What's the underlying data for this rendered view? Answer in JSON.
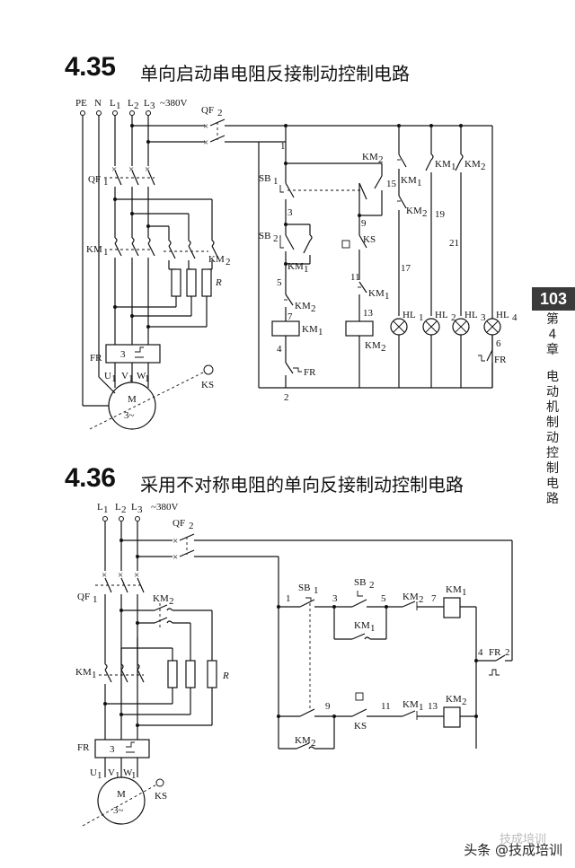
{
  "section_a": {
    "number": "4.35",
    "title": "单向启动串电阻反接制动控制电路"
  },
  "section_b": {
    "number": "4.36",
    "title": "采用不对称电阻的单向反接制动控制电路"
  },
  "side": {
    "page_number": "103",
    "chapter": "第4章",
    "chapter_title": "电动机制动控制电路"
  },
  "watermark": {
    "text": "头条 @技成培训",
    "faint_text": "技成培训"
  },
  "diagram_a": {
    "labels": {
      "pe": "PE",
      "n": "N",
      "l1": "L",
      "l2": "L",
      "l3": "L",
      "sub1": "1",
      "sub2": "2",
      "sub3": "3",
      "voltage": "~380V",
      "qf2": "QF",
      "qf2_sub": "2",
      "qf1": "QF",
      "qf1_sub": "1",
      "km1_main": "KM",
      "km1_sub": "1",
      "km2_main": "KM",
      "km2_sub": "2",
      "r": "R",
      "fr": "FR",
      "fr_num": "3",
      "u1": "U",
      "v1": "V",
      "w1": "W",
      "uvw_sub": "1",
      "motor_m": "M",
      "motor_phase": "3~",
      "ks": "KS"
    },
    "control": {
      "n1": "1",
      "n2": "2",
      "n3": "3",
      "n4": "4",
      "n5": "5",
      "n6": "6",
      "n7": "7",
      "n9": "9",
      "n11": "11",
      "n13": "13",
      "n15": "15",
      "n17": "17",
      "n19": "19",
      "n21": "21",
      "sb1": "SB",
      "sb1_sub": "1",
      "sb2": "SB",
      "sb2_sub": "2",
      "km1": "KM",
      "km1_sub": "1",
      "km2": "KM",
      "km2_sub": "2",
      "ks": "KS",
      "fr": "FR",
      "hl1": "HL",
      "hl1_sub": "1",
      "hl2": "HL",
      "hl2_sub": "2",
      "hl3": "HL",
      "hl3_sub": "3",
      "hl4": "HL",
      "hl4_sub": "4"
    }
  },
  "diagram_b": {
    "labels": {
      "l1": "L",
      "l2": "L",
      "l3": "L",
      "sub1": "1",
      "sub2": "2",
      "sub3": "3",
      "voltage": "~380V",
      "qf2": "QF",
      "qf2_sub": "2",
      "qf1": "QF",
      "qf1_sub": "1",
      "km2_main": "KM",
      "km2_sub": "2",
      "km1_main": "KM",
      "km1_sub": "1",
      "r": "R",
      "fr": "FR",
      "fr_num": "3",
      "u1": "U",
      "v1": "V",
      "w1": "W",
      "uvw_sub": "1",
      "motor_m": "M",
      "motor_phase": "3~",
      "ks": "KS"
    },
    "control": {
      "n1": "1",
      "n2": "2",
      "n3": "3",
      "n4": "4",
      "n5": "5",
      "n7": "7",
      "n9": "9",
      "n11": "11",
      "n13": "13",
      "sb1": "SB",
      "sb1_sub": "1",
      "sb2": "SB",
      "sb2_sub": "2",
      "km1": "KM",
      "km1_sub": "1",
      "km2": "KM",
      "km2_sub": "2",
      "ks": "KS",
      "fr": "FR"
    }
  }
}
